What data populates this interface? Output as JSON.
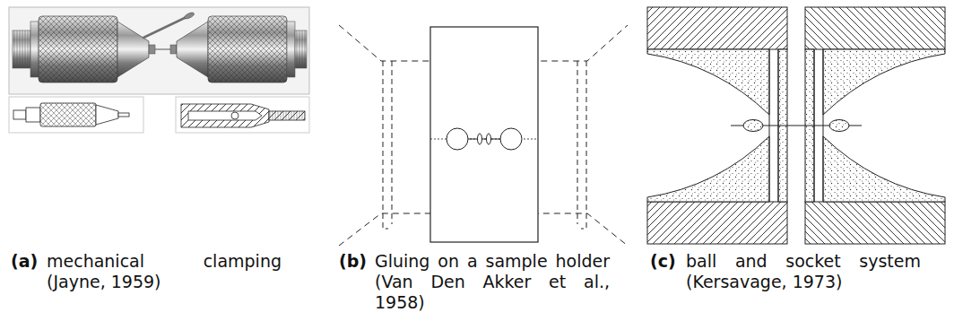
{
  "diagram": {
    "labels": [
      "(a)",
      "mechanical clamping (Jayne, 1959)",
      "(b)",
      "Gluing on a sample holder (Van Den Akker et al., 1958)",
      "(c)",
      "ball and socket system (Kersavage, 1973)"
    ]
  }
}
